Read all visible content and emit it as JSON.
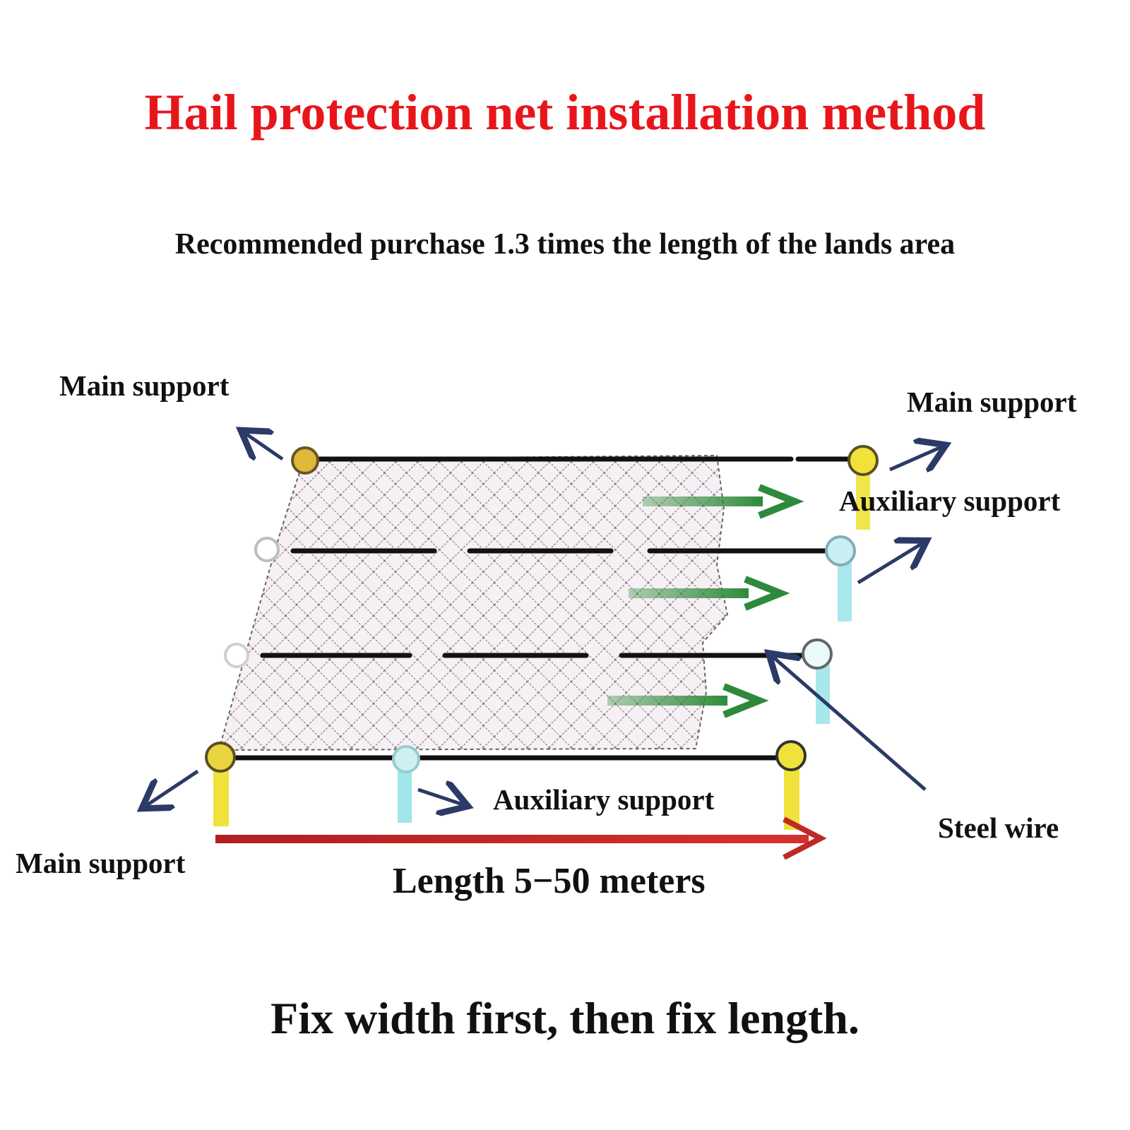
{
  "title": "Hail protection net installation method",
  "subtitle": "Recommended purchase 1.3 times the length of the lands area",
  "labels": {
    "main_support_top_left": "Main support",
    "main_support_top_right": "Main support",
    "auxiliary_support_right": "Auxiliary support",
    "auxiliary_support_bottom": "Auxiliary support",
    "steel_wire": "Steel wire",
    "main_support_bottom_left": "Main support",
    "length": "Length 5−50 meters"
  },
  "footer": "Fix width first, then fix length.",
  "colors": {
    "title": "#e8161b",
    "main_support": "#f0e23a",
    "auxiliary_support": "#9fe6ea",
    "direction_arrow": "#2e8a3a",
    "length_arrow": "#b01f1f",
    "wire": "#111111",
    "pointer_arrow": "#2b3a66"
  }
}
